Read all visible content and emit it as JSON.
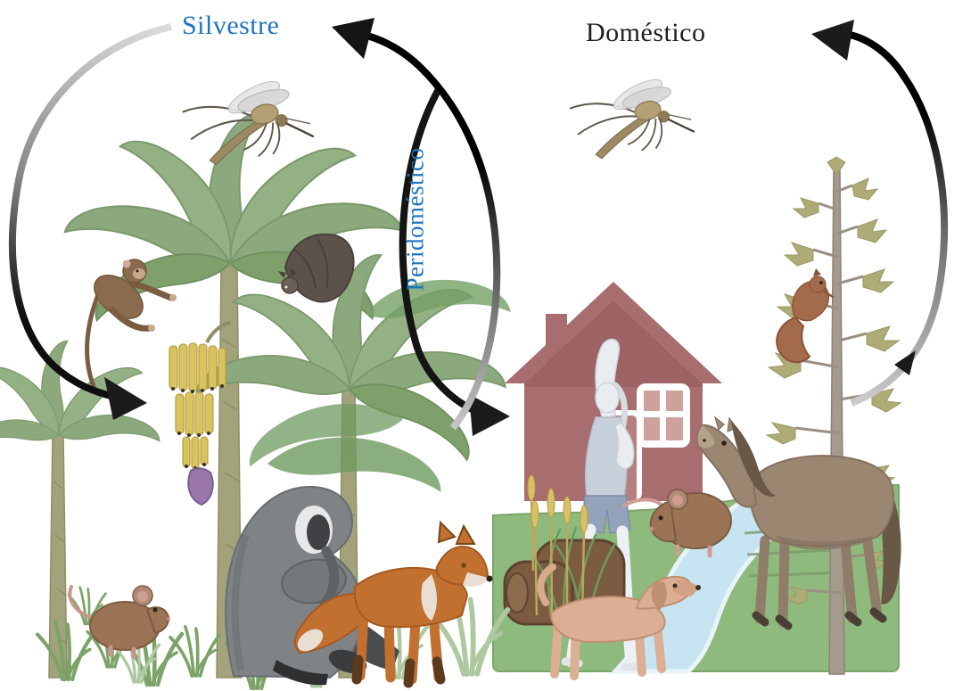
{
  "diagram": {
    "type": "vector-borne disease transmission cycles",
    "labels": {
      "sylvatic": "Silvestre",
      "peridomestic": "Peridoméstico",
      "domestic": "Doméstico"
    },
    "label_colors": {
      "sylvatic": "#1d74bf",
      "peridomestic": "#1d74bf",
      "domestic": "#1f1f1f"
    },
    "colors": {
      "arrow_black": "#141414",
      "arrow_gray": "#c8c8c8",
      "banana_leaf": "#8ca97e",
      "banana_leaf_dark": "#6e9a5f",
      "trunk_olive": "#a3a37b",
      "bananas_yellow": "#d9c260",
      "banana_flower_purple": "#9a77ab",
      "monkey_brown": "#8a6b4e",
      "bat_gray_brown": "#5d524b",
      "gibbon_gray": "#808386",
      "fox_orange": "#c2702f",
      "mouse_brown": "#9b7355",
      "grass_green": "#7ca368",
      "house_mauve": "#a76d6f",
      "lawn_green": "#8fba7e",
      "stream_blue": "#c6e4f2",
      "dog_tan": "#dcae93",
      "rat_brown": "#9b7355",
      "horse_brown": "#9b8672",
      "pine_foliage_olive": "#adab76",
      "squirrel_russet": "#a46a4c",
      "log_brown": "#7b5c40",
      "mosquito_body": "#b3a075",
      "person_pale": "#e9edf0"
    },
    "scene": {
      "sylvatic": [
        "mosquito",
        "monkey",
        "bat",
        "banana-palms",
        "banana-bunch",
        "banana-flower",
        "gibbon",
        "fox",
        "mouse",
        "grass-tufts"
      ],
      "peridomestic": [
        "crossing-cycle-arrows"
      ],
      "domestic": [
        "mosquito",
        "house",
        "person-stretching",
        "dog",
        "rat",
        "horse",
        "stream",
        "logs",
        "cattails",
        "reeds",
        "pine-tree",
        "squirrel",
        "lawn"
      ]
    },
    "arrows": [
      {
        "name": "sylvatic-cycle-arrow",
        "from": "top near Silvestre",
        "to": "banana grove",
        "style": "gray fading to black"
      },
      {
        "name": "peridomestic-arrow-to-sylvatic",
        "from": "lens bottom",
        "to": "up-left toward Silvestre",
        "style": "gray fading to black"
      },
      {
        "name": "peridomestic-arrow-to-domestic",
        "from": "lens top",
        "to": "house",
        "style": "black"
      },
      {
        "name": "domestic-cycle-arrow",
        "from": "pine tree",
        "to": "up-left toward Doméstico",
        "style": "gray fading to black, small mid arrowhead"
      }
    ]
  }
}
